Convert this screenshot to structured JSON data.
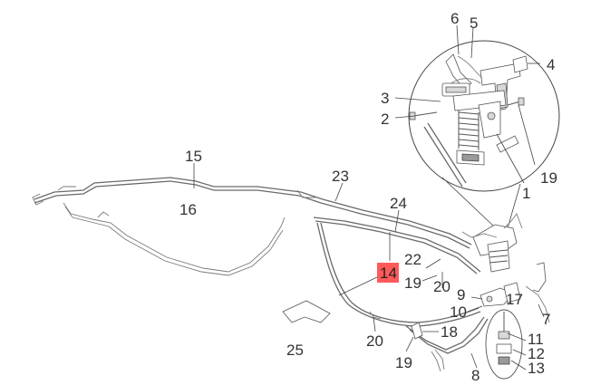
{
  "labels": {
    "p1": "1",
    "p2": "2",
    "p3": "3",
    "p4": "4",
    "p5": "5",
    "p6": "6",
    "p7": "7",
    "p8": "8",
    "p9": "9",
    "p10": "10",
    "p11": "11",
    "p12": "12",
    "p13": "13",
    "p14": "14",
    "p15": "15",
    "p16": "16",
    "p17": "17",
    "p18": "18",
    "p19a": "19",
    "p19b": "19",
    "p19c": "19",
    "p20a": "20",
    "p20b": "20",
    "p22": "22",
    "p23": "23",
    "p24": "24",
    "p25": "25"
  },
  "highlight": {
    "color": "#ff5a5a"
  }
}
